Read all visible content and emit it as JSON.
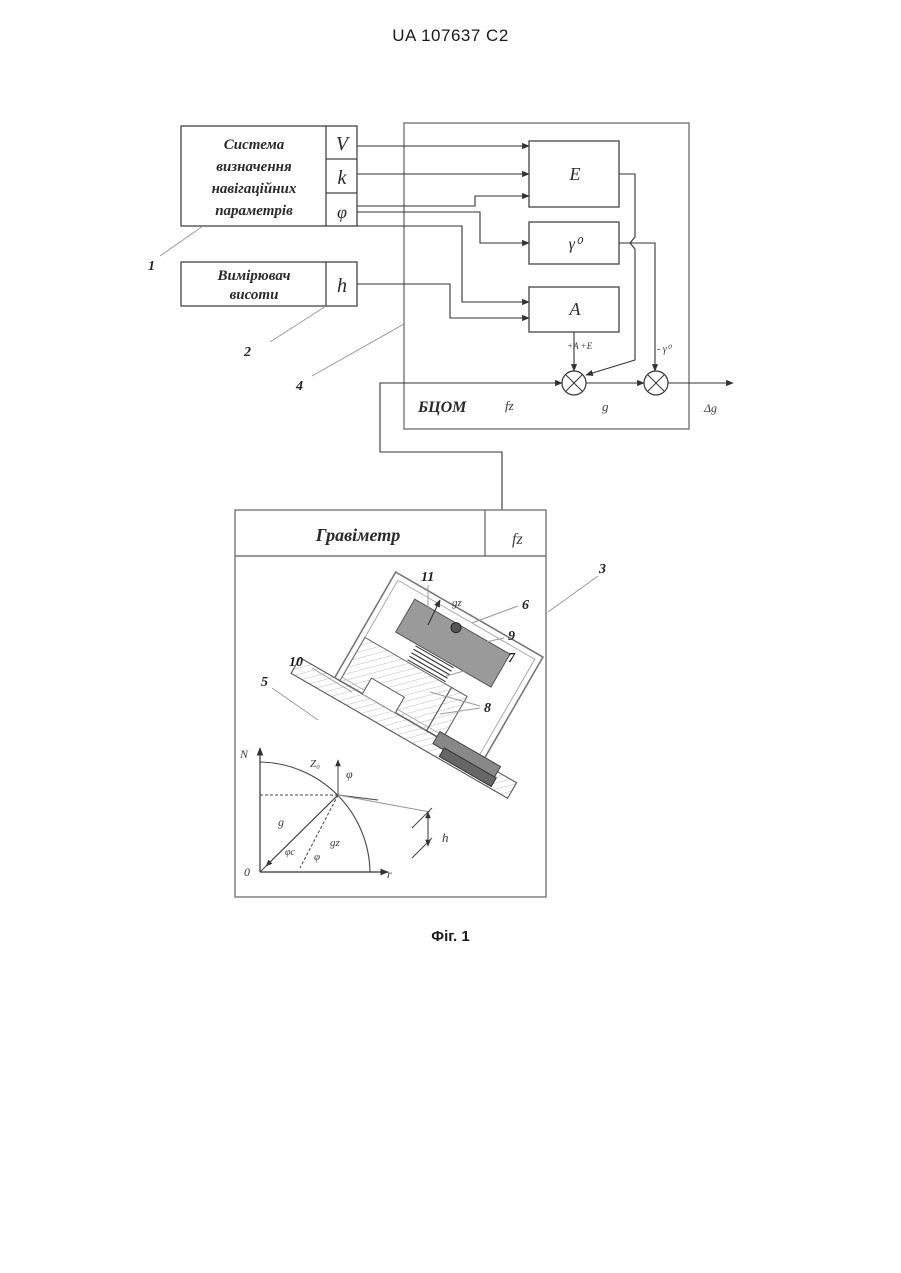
{
  "document": {
    "header": "UA   107637   C2",
    "caption": "Фіг. 1"
  },
  "blocks": {
    "nav_system": {
      "label_lines": [
        "Система",
        "визначення",
        "навігаційних",
        "параметрів"
      ],
      "outputs": [
        "V",
        "k",
        "φ"
      ]
    },
    "altimeter": {
      "label_lines": [
        "Вимірювач",
        "висоти"
      ],
      "output": "h"
    },
    "computer": {
      "label": "БЦОМ",
      "blocks": [
        "E",
        "γ⁰",
        "A"
      ],
      "signal_in": "fz",
      "signal_mid": "g",
      "signal_out": "Δg",
      "sum_label_1": "+A  +E",
      "sum_label_2": "- γ⁰"
    },
    "gravimeter": {
      "title": "Гравіметр",
      "output": "fz"
    }
  },
  "callouts": {
    "n1": "1",
    "n2": "2",
    "n3": "3",
    "n4": "4",
    "n5": "5",
    "n6": "6",
    "n7": "7",
    "n8": "8",
    "n9": "9",
    "n10": "10",
    "n11": "11"
  },
  "geometry_labels": {
    "north": "N",
    "east": "r",
    "origin": "0",
    "zeta": "Z₀",
    "phi_top": "φ",
    "g_bar": "g",
    "gz": "gz",
    "phi_c": "φc",
    "phi_low": "φ",
    "height": "h",
    "g_top": "gz"
  },
  "colors": {
    "frame": "#777777",
    "ink": "#333333",
    "hatch": "#cfcfcf"
  }
}
